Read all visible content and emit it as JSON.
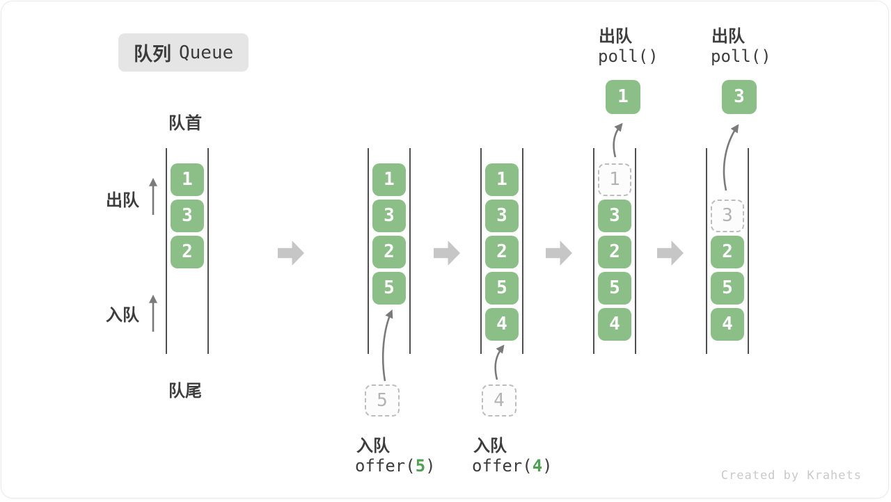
{
  "title": {
    "zh": "队列",
    "en": "Queue"
  },
  "endpoints": {
    "front": "队首",
    "rear": "队尾"
  },
  "side_labels": {
    "dequeue": "出队",
    "enqueue": "入队"
  },
  "queues": [
    {
      "cells": [
        "1",
        "3",
        "2"
      ]
    },
    {
      "cells": [
        "1",
        "3",
        "2",
        "5"
      ],
      "staged": "5"
    },
    {
      "cells": [
        "1",
        "3",
        "2",
        "5",
        "4"
      ],
      "staged": "4"
    },
    {
      "ghost": "1",
      "cells": [
        "3",
        "2",
        "5",
        "4"
      ],
      "popped": "1"
    },
    {
      "ghost": "3",
      "cells": [
        "2",
        "5",
        "4"
      ],
      "popped": "3"
    }
  ],
  "operations": {
    "enqueue5": {
      "label": "入队",
      "fn_open": "offer(",
      "arg": "5",
      "fn_close": ")"
    },
    "enqueue4": {
      "label": "入队",
      "fn_open": "offer(",
      "arg": "4",
      "fn_close": ")"
    },
    "poll1": {
      "label": "出队",
      "fn": "poll()"
    },
    "poll2": {
      "label": "出队",
      "fn": "poll()"
    }
  },
  "watermark": "Created by Krahets",
  "colors": {
    "cell_green": "#8cbf88",
    "arg_green": "#4fa052",
    "ghost_gray": "#b3b3b3",
    "thin_arrow_gray": "#7a7a7a",
    "block_arrow_gray": "#c6c6c6",
    "title_bg": "#e5e5e5",
    "text": "#3d3d3d"
  }
}
